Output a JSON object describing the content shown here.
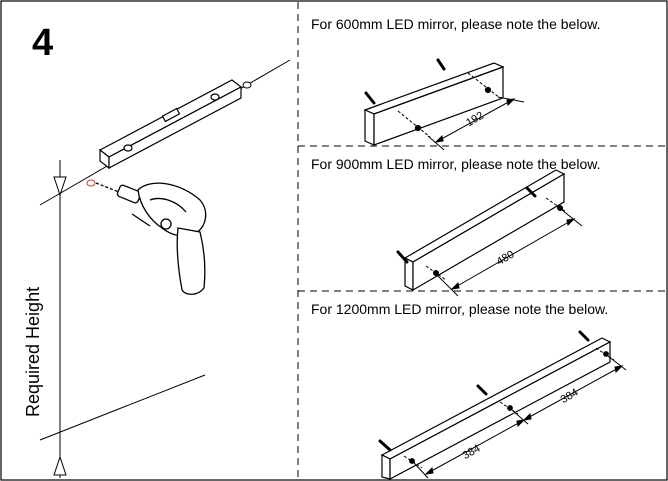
{
  "step": {
    "number": "4"
  },
  "left_panel": {
    "height_label": "Required Height"
  },
  "panels": [
    {
      "caption": "For 600mm LED mirror, please note the below.",
      "dimensions": [
        "192"
      ]
    },
    {
      "caption": "For 900mm LED mirror, please note the below.",
      "dimensions": [
        "480"
      ]
    },
    {
      "caption": "For 1200mm LED mirror, please note the below.",
      "dimensions": [
        "384",
        "384"
      ]
    }
  ]
}
